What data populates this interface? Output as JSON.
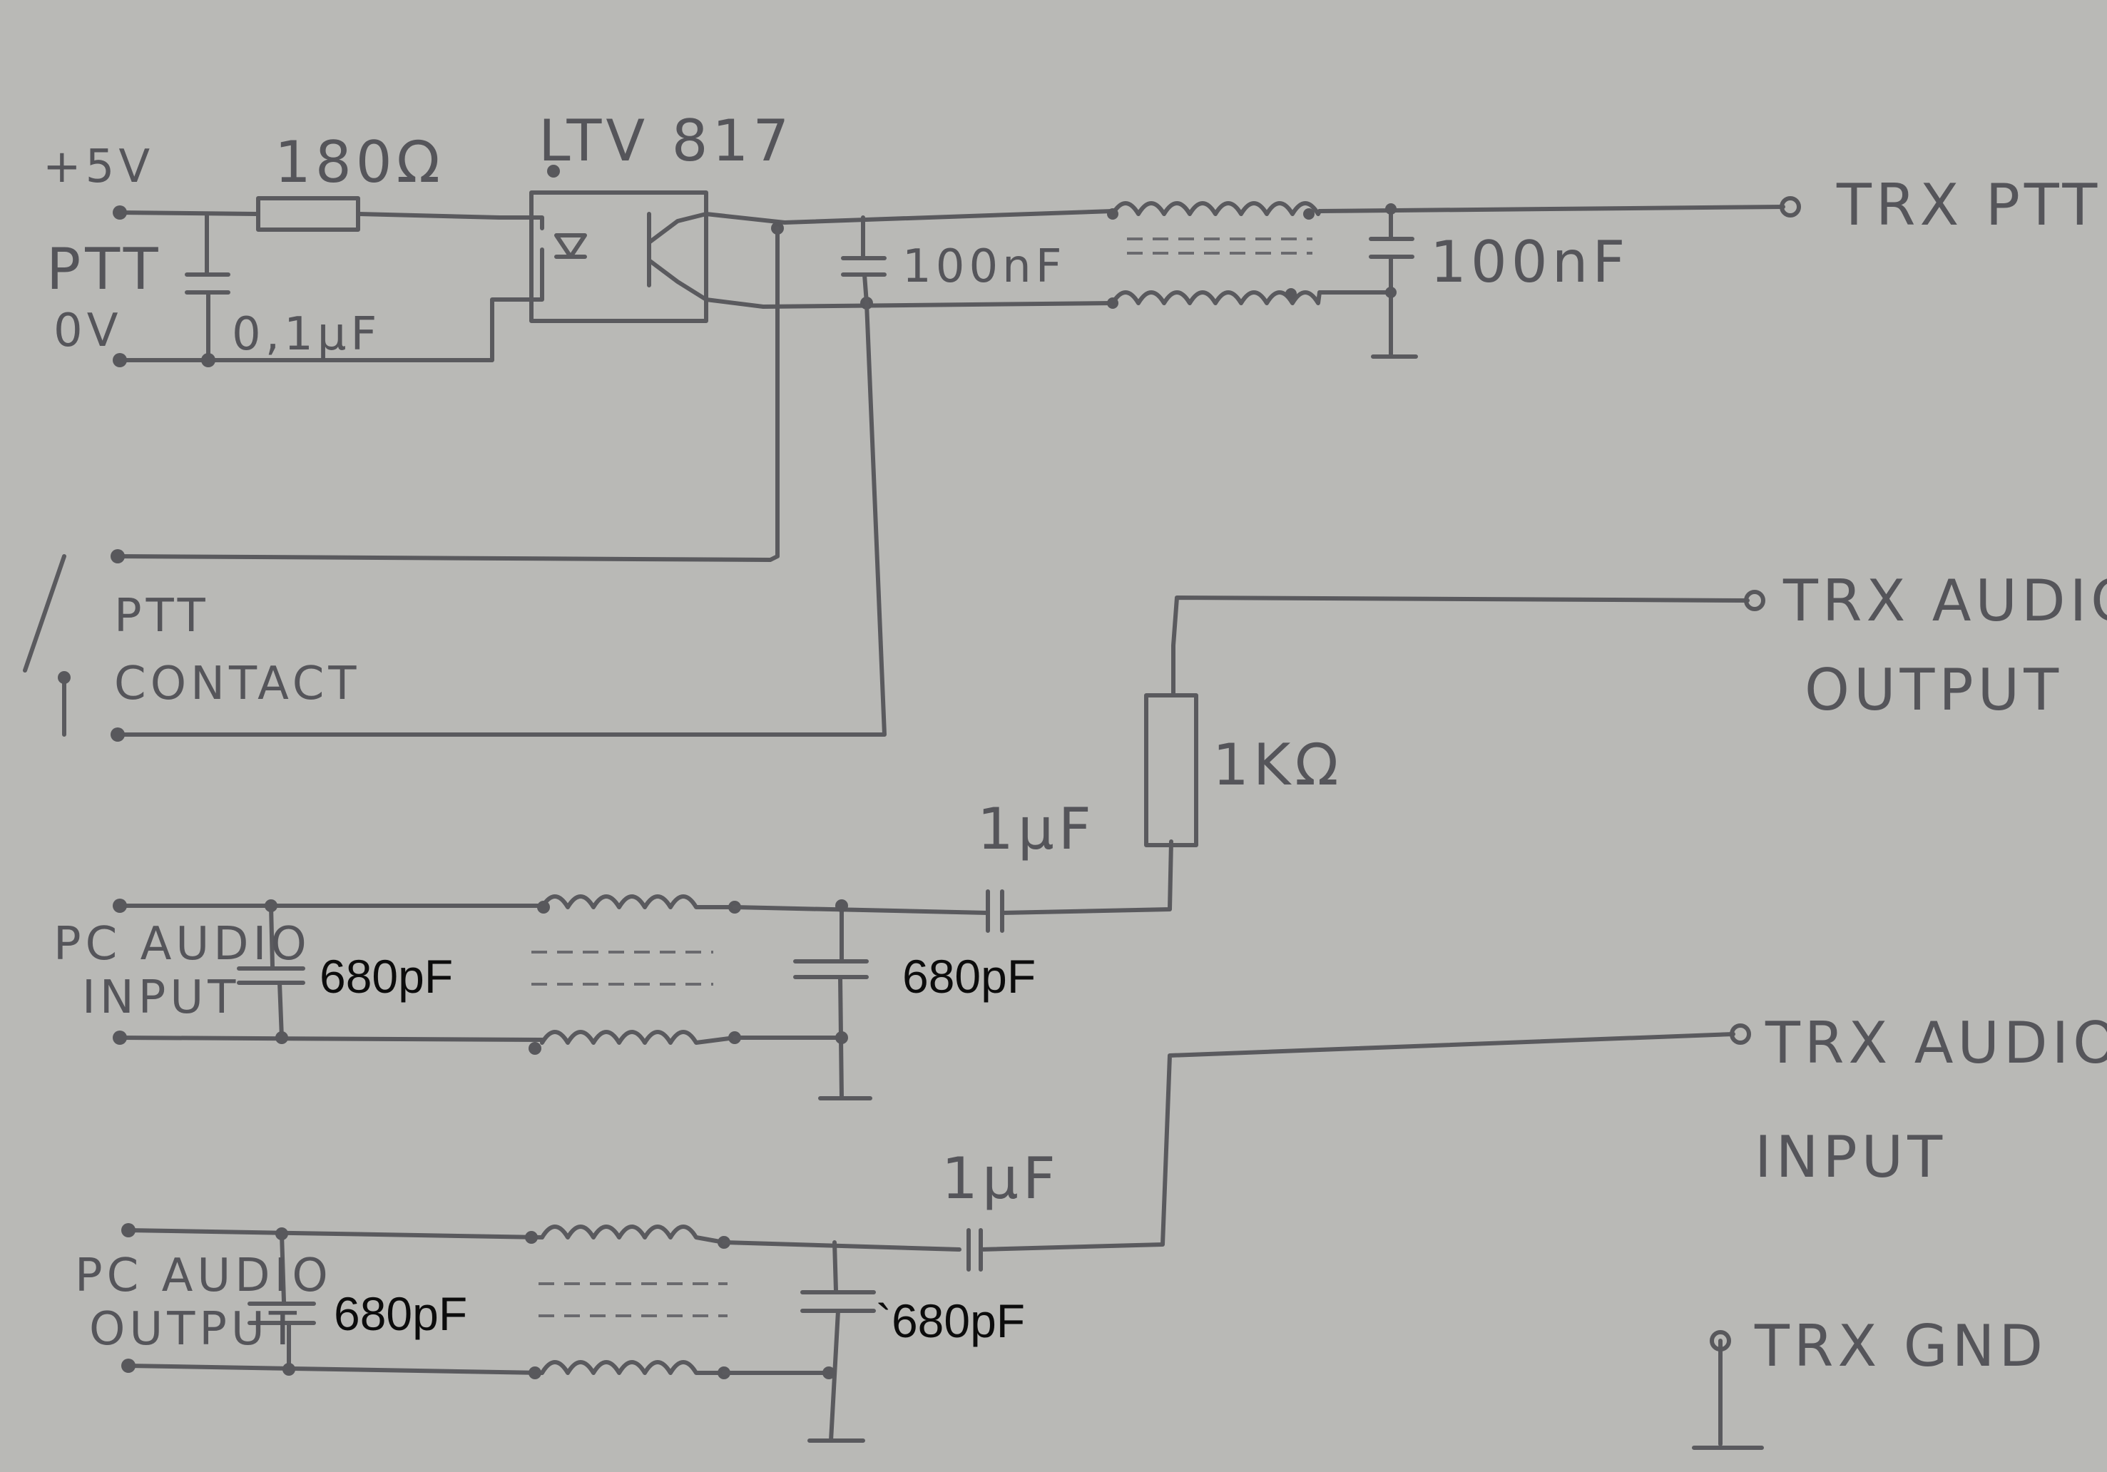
{
  "labels": {
    "plus5v": "+5V",
    "ptt": "PTT",
    "zero_v": "0V",
    "resistor_180": "180Ω",
    "optocoupler": "LTV 817",
    "cap_01uF": "0,1µF",
    "cap_100nF_a": "100nF",
    "cap_100nF_b": "100nF",
    "trx_ptt": "TRX PTT",
    "ptt_contact_1": "PTT",
    "ptt_contact_2": "CONTACT",
    "trx_audio_out_1": "TRX AUDIO",
    "trx_audio_out_2": "OUTPUT",
    "resistor_1k": "1KΩ",
    "cap_1uF_a": "1µF",
    "pc_audio_in_1": "PC AUDIO",
    "pc_audio_in_2": "INPUT",
    "cap_680_a": "680pF",
    "cap_680_b": "680pF",
    "trx_audio_in_1": "TRX AUDIO",
    "trx_audio_in_2": "INPUT",
    "cap_1uF_b": "1µF",
    "pc_audio_out_1": "PC AUDIO",
    "pc_audio_out_2": "OUTPUT",
    "cap_680_c": "680pF",
    "cap_680_d": "`680pF",
    "trx_gnd": "TRX GND"
  }
}
